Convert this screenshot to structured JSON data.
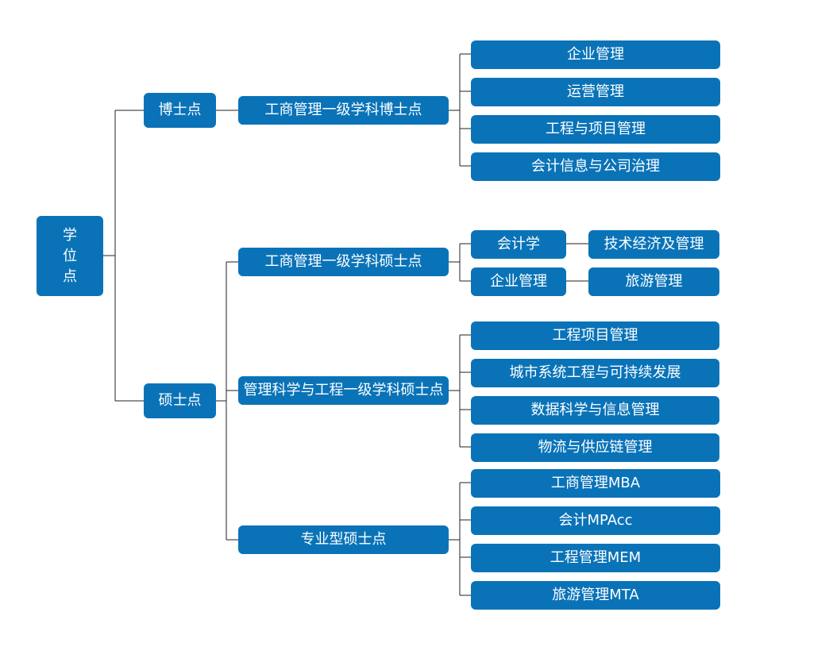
{
  "colors": {
    "node_fill": "#0a73b8",
    "node_text": "#ffffff",
    "connector": "#222222",
    "background": "#ffffff"
  },
  "root": {
    "chars": [
      "学",
      "位",
      "点"
    ]
  },
  "level1": {
    "phd": "博士点",
    "master": "硕士点"
  },
  "level2": {
    "phd_business": "工商管理一级学科博士点",
    "master_business": "工商管理一级学科硕士点",
    "master_mse": "管理科学与工程一级学科硕士点",
    "master_professional": "专业型硕士点"
  },
  "phd_business_items": [
    "企业管理",
    "运营管理",
    "工程与项目管理",
    "会计信息与公司治理"
  ],
  "master_business_items": {
    "accounting": "会计学",
    "tech_econ": "技术经济及管理",
    "enterprise": "企业管理",
    "tourism": "旅游管理"
  },
  "master_mse_items": [
    "工程项目管理",
    "城市系统工程与可持续发展",
    "数据科学与信息管理",
    "物流与供应链管理"
  ],
  "master_professional_items": [
    "工商管理MBA",
    "会计MPAcc",
    "工程管理MEM",
    "旅游管理MTA"
  ]
}
